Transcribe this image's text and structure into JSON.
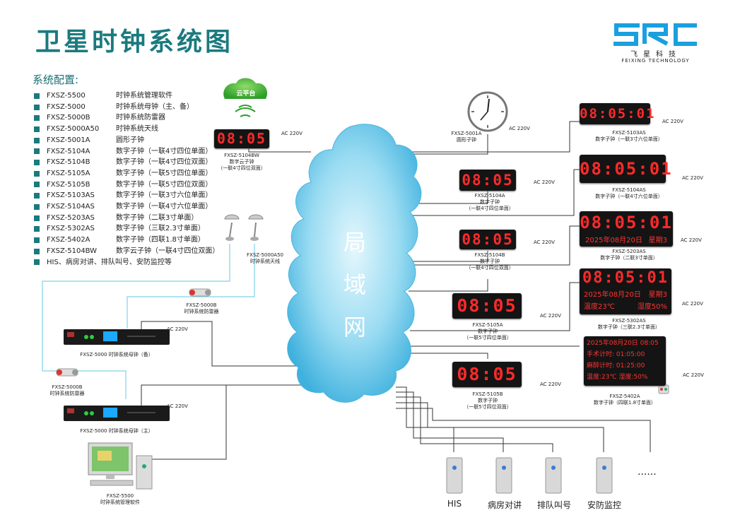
{
  "title": "卫星时钟系统图",
  "logo": {
    "mark": "SRC",
    "cn": "飞星科技",
    "en": "FEIXING TECHNOLOGY"
  },
  "config": {
    "heading": "系统配置:",
    "items": [
      {
        "code": "FXSZ-5500",
        "desc": "时钟系统管理软件"
      },
      {
        "code": "FXSZ-5000",
        "desc": "时钟系统母钟（主、备）"
      },
      {
        "code": "FXSZ-5000B",
        "desc": "时钟系统防雷器"
      },
      {
        "code": "FXSZ-5000A50",
        "desc": "时钟系统天线"
      },
      {
        "code": "FXSZ-5001A",
        "desc": "圆形子钟"
      },
      {
        "code": "FXSZ-5104A",
        "desc": "数字子钟（一联4寸四位单面）"
      },
      {
        "code": "FXSZ-5104B",
        "desc": "数字子钟（一联4寸四位双面）"
      },
      {
        "code": "FXSZ-5105A",
        "desc": "数字子钟（一联5寸四位单面）"
      },
      {
        "code": "FXSZ-5105B",
        "desc": "数字子钟（一联5寸四位双面）"
      },
      {
        "code": "FXSZ-5103AS",
        "desc": "数字子钟（一联3寸六位单面）"
      },
      {
        "code": "FXSZ-5104AS",
        "desc": "数字子钟（一联4寸六位单面）"
      },
      {
        "code": "FXSZ-5203AS",
        "desc": "数字子钟（二联3寸单面）"
      },
      {
        "code": "FXSZ-5302AS",
        "desc": "数字子钟（三联2.3寸单面）"
      },
      {
        "code": "FXSZ-5402A",
        "desc": "数字子钟（四联1.8寸单面）"
      },
      {
        "code": "FXSZ-5104BW",
        "desc": "数字云子钟（一联4寸四位双面）"
      },
      {
        "code": "HIS、病房对讲、排队叫号、安防监控等",
        "desc": ""
      }
    ]
  },
  "network": {
    "l1": "局",
    "l2": "域",
    "l3": "网"
  },
  "cloud": {
    "label": "云平台"
  },
  "ac": "AC 220V",
  "time4": "08:05",
  "time6": "08:05:01",
  "dev": {
    "d5104bw": {
      "l1": "FXSZ-5104BW",
      "l2": "数字云子钟",
      "l3": "（一联4寸四位双面）"
    },
    "d5001a": {
      "l1": "FXSZ-5001A",
      "l2": "圆形子钟"
    },
    "d5103as": {
      "l1": "FXSZ-5103AS",
      "l2": "数字子钟（一联3寸六位单面）"
    },
    "d5104as": {
      "l1": "FXSZ-5104AS",
      "l2": "数字子钟（一联4寸六位单面）"
    },
    "d5104a": {
      "l1": "FXSZ-5104A",
      "l2": "数字子钟",
      "l3": "（一联4寸四位单面）"
    },
    "d5104b": {
      "l1": "FXSZ-5104B",
      "l2": "数字子钟",
      "l3": "（一联4寸四位双面）"
    },
    "d5203as": {
      "l1": "FXSZ-5203AS",
      "l2": "数字子钟（二联3寸单面）",
      "date": "2025年08月20日",
      "week": "星期3"
    },
    "d5302as": {
      "l1": "FXSZ-5302AS",
      "l2": "数字子钟（三联2.3寸单面）",
      "date": "2025年08月20日",
      "week": "星期3",
      "temp": "温度23℃",
      "hum": "湿度50%"
    },
    "d5105a": {
      "l1": "FXSZ-5105A",
      "l2": "数字子钟",
      "l3": "（一联5寸四位单面）"
    },
    "d5105b": {
      "l1": "FXSZ-5105B",
      "l2": "数字子钟",
      "l3": "（一联5寸四位双面）"
    },
    "d5402a": {
      "l1": "FXSZ-5402A",
      "l2": "数字子钟（四联1.8寸单面）",
      "r1": "2025年08月20日 08:05",
      "r2": "手术计时: 01:05:00",
      "r3": "麻醉计时: 01:25:00",
      "r4": "温度:23℃  湿度:50%"
    },
    "antenna": {
      "l1": "FXSZ-5000A50",
      "l2": "时钟系统天线"
    },
    "arrB1": {
      "l1": "FXSZ-5000B",
      "l2": "时钟系统防雷器"
    },
    "arrB2": {
      "l1": "FXSZ-5000B",
      "l2": "时钟系统防雷器"
    },
    "master_b": {
      "l1": "FXSZ-5000  时钟系统母钟（备）"
    },
    "master_m": {
      "l1": "FXSZ-5000  时钟系统母钟（主）"
    },
    "pc": {
      "l1": "FXSZ-5500",
      "l2": "时钟系统管理软件"
    }
  },
  "terminals": [
    "HIS",
    "病房对讲",
    "排队叫号",
    "安防监控"
  ],
  "ellipsis": "......",
  "colors": {
    "brand": "#1b7a7e",
    "led": "#ff2a2a",
    "cloud": "#5bc5e8",
    "line": "#333333",
    "antennaLine": "#7fd3e8"
  }
}
